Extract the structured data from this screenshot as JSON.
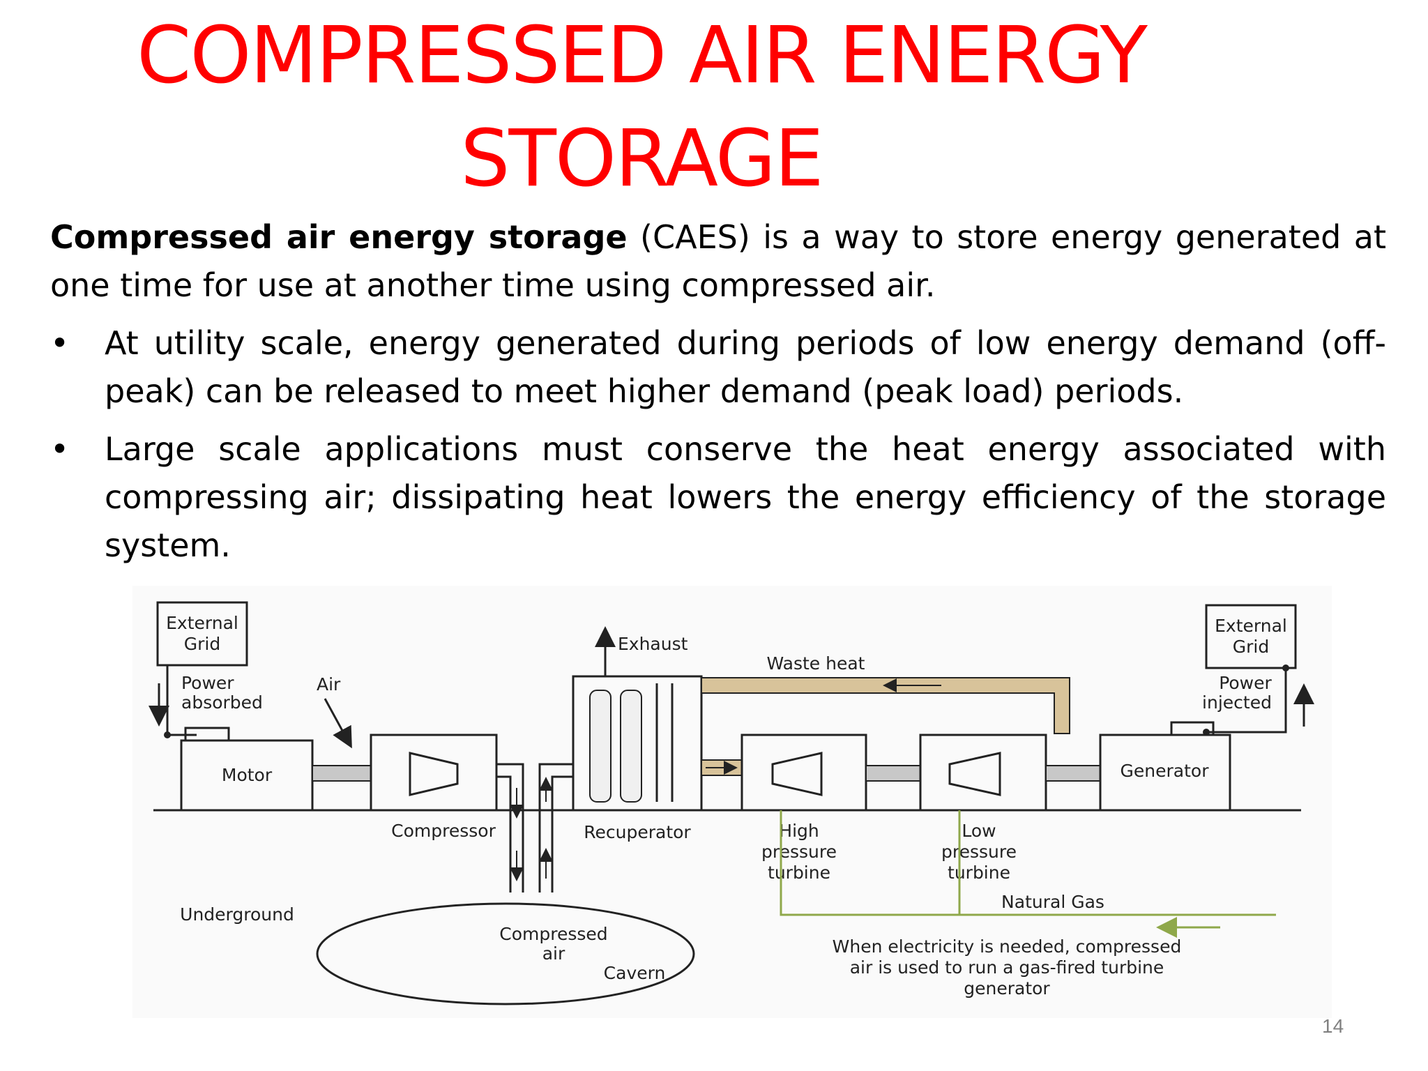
{
  "slide": {
    "title_line1": "COMPRESSED AIR ENERGY",
    "title_line2": "STORAGE",
    "intro_bold": "Compressed air energy storage",
    "intro_rest": " (CAES) is a way to store energy generated at one time for use at another time using compressed air.",
    "bullets": [
      "At utility scale, energy generated during periods of low energy demand (off-peak) can be released to meet higher demand (peak load) periods.",
      "Large scale applications must conserve the heat energy associated with compressing air; dissipating heat lowers the energy efficiency of the storage system."
    ],
    "bullet_char": "•",
    "page_number": "14"
  },
  "diagram": {
    "labels": {
      "external_grid_left": [
        "External",
        "Grid"
      ],
      "power_absorbed": [
        "Power",
        "absorbed"
      ],
      "air": "Air",
      "motor": "Motor",
      "compressor": "Compressor",
      "exhaust": "Exhaust",
      "recuperator": "Recuperator",
      "waste_heat": "Waste heat",
      "high_pressure_turbine": [
        "High",
        "pressure",
        "turbine"
      ],
      "low_pressure_turbine": [
        "Low",
        "pressure",
        "turbine"
      ],
      "generator": "Generator",
      "external_grid_right": [
        "External",
        "Grid"
      ],
      "power_injected": [
        "Power",
        "injected"
      ],
      "underground": "Underground",
      "natural_gas": "Natural Gas",
      "compressed_air": [
        "Compressed",
        "air"
      ],
      "cavern": "Cavern",
      "note": [
        "When electricity is needed, compressed",
        "air is used to run a gas-fired turbine",
        "generator"
      ]
    },
    "colors": {
      "title_red": "#ff0000",
      "waste_heat_duct": "#d8c39a",
      "natural_gas_line": "#8fa84a",
      "shaft_gray": "#c8c8c8"
    }
  }
}
